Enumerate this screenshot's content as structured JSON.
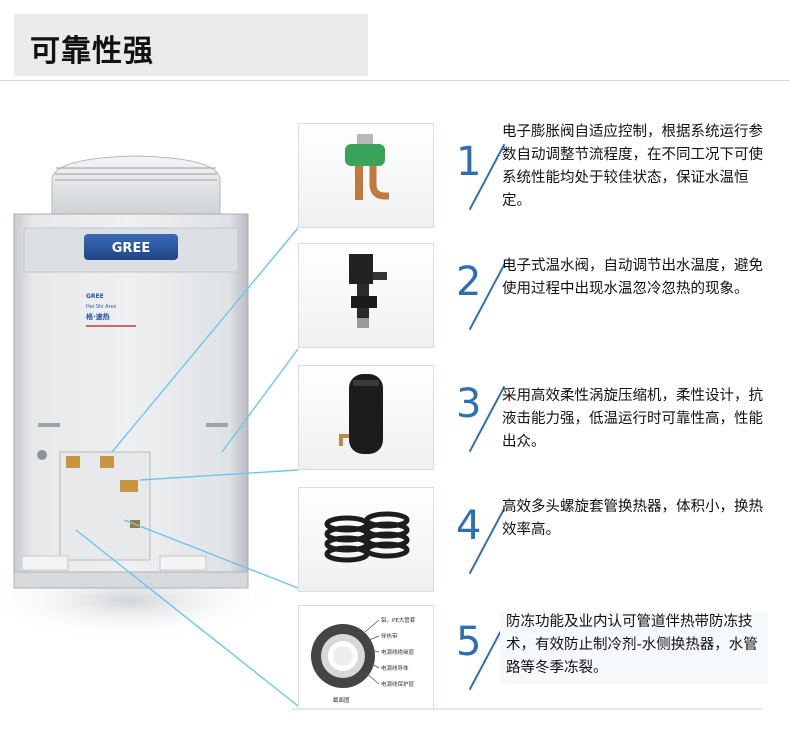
{
  "header": {
    "title": "可靠性强"
  },
  "unit": {
    "brand": "GREE",
    "badge_brand": "GREE",
    "badge_series": "Hei·Shi Ares",
    "badge_name": "格·速热"
  },
  "features": [
    {
      "number": "1",
      "icon": "expansion-valve-icon",
      "text": "电子膨胀阀自适应控制，根据系统运行参数自动调整节流程度，在不同工况下可使系统性能均处于较佳状态，保证水温恒定。"
    },
    {
      "number": "2",
      "icon": "water-temperature-valve-icon",
      "text": "电子式温水阀，自动调节出水温度，避免使用过程中出现水温忽冷忽热的现象。"
    },
    {
      "number": "3",
      "icon": "scroll-compressor-icon",
      "text": "采用高效柔性涡旋压缩机，柔性设计，抗液击能力强，低温运行时可靠性高，性能出众。"
    },
    {
      "number": "4",
      "icon": "spiral-heat-exchanger-icon",
      "text": "高效多头螺旋套管换热器，体积小，换热效率高。"
    },
    {
      "number": "5",
      "icon": "heat-tracing-pipe-icon",
      "text": "防冻功能及业内认可管道伴热带防冻技术，有效防止制冷剂-水侧换热器，水管路等冬季冻裂。"
    }
  ],
  "cross_section_labels": [
    "铝，PE大管套",
    "伴热带",
    "电源线绝缘层",
    "电源线导体",
    "电源线保护层"
  ],
  "cross_section_caption": "截面图",
  "colors": {
    "accent": "#2c6fb4",
    "connector": "#6ec6ec",
    "header_bg": "#ebebeb"
  }
}
